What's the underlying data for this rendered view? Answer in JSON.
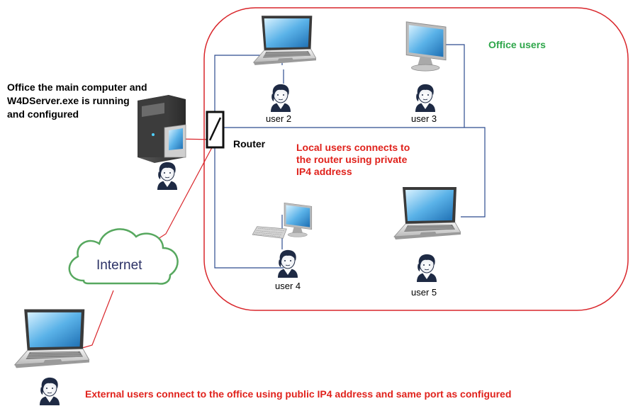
{
  "main_computer": {
    "label_lines": [
      "Office the main computer and",
      "W4DServer.exe is running",
      "and configured"
    ]
  },
  "router": {
    "label": "Router"
  },
  "office": {
    "label": "Office users"
  },
  "local_note": {
    "lines": [
      "Local users connects to",
      "the router using private",
      "IP4 address"
    ]
  },
  "internet": {
    "label": "Internet"
  },
  "users": {
    "user2": "user 2",
    "user3": "user 3",
    "user4": "user 4",
    "user5": "user 5"
  },
  "external_note": {
    "text": "External users connect to the office using public IP4 address and same port as configured"
  },
  "colors": {
    "office_boundary": "#d9262b",
    "lan_wire": "#2d4c8f",
    "internet_link": "#d9262b",
    "office_users_text": "#2ea64a",
    "alert_text": "#e0221c",
    "cloud_stroke": "#57a85f",
    "internet_text": "#2c3266"
  },
  "icons": [
    "server-tower-icon",
    "router-icon",
    "laptop-icon",
    "desktop-monitor-icon",
    "keyboard-icon",
    "person-avatar-icon",
    "cloud-icon"
  ]
}
